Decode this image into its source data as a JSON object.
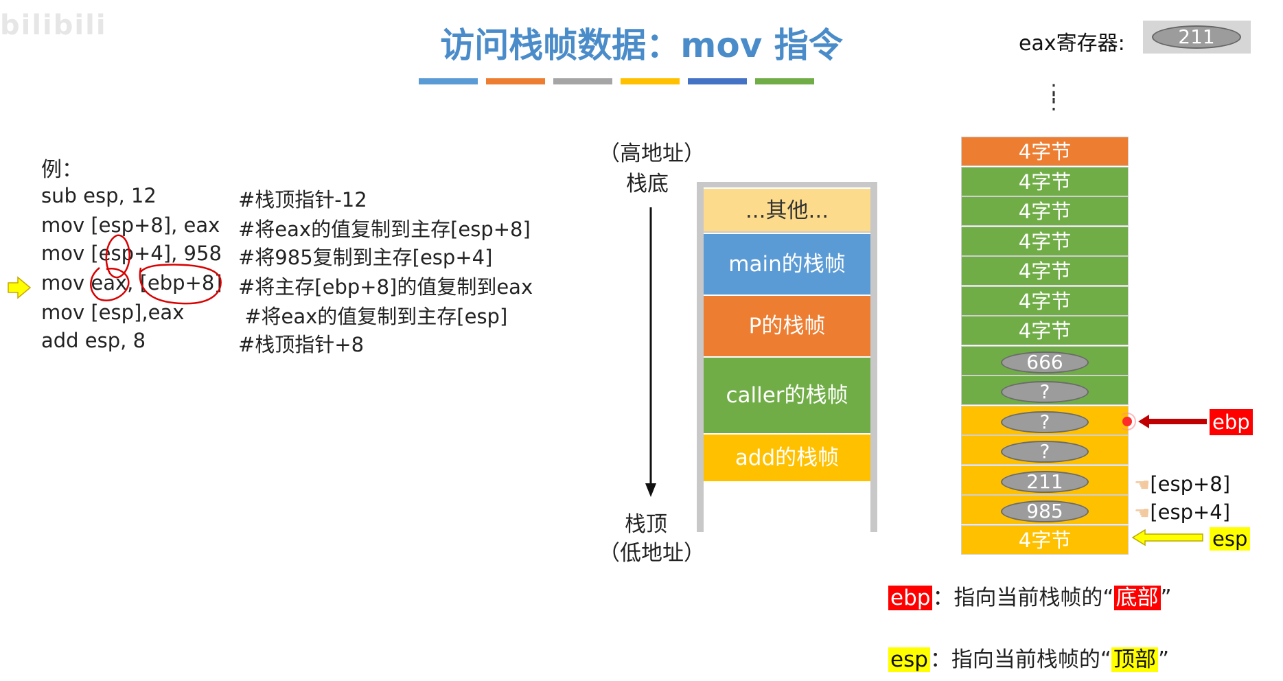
{
  "watermark": "bilibili",
  "title": "访问栈帧数据：mov 指令",
  "title_rule_colors": [
    "#5b9bd5",
    "#ed7d31",
    "#a5a5a5",
    "#ffc000",
    "#4472c4",
    "#70ad47"
  ],
  "eax": {
    "label": "eax寄存器:",
    "value": "211"
  },
  "example": {
    "heading": "例：",
    "lines": [
      {
        "code": "sub esp, 12",
        "comment": "#栈顶指针-12"
      },
      {
        "code": "mov [esp+8], eax",
        "comment": "#将eax的值复制到主存[esp+8]"
      },
      {
        "code": "mov [esp+4], 958",
        "comment": "#将985复制到主存[esp+4]"
      },
      {
        "code": "mov eax, [ebp+8]",
        "comment": "#将主存[ebp+8]的值复制到eax"
      },
      {
        "code": "mov [esp],eax",
        "comment": " #将eax的值复制到主存[esp]"
      },
      {
        "code": "add esp, 8",
        "comment": "#栈顶指针+8"
      }
    ],
    "current_line": 3
  },
  "stack_diagram": {
    "high_addr": "（高地址）",
    "bottom": "栈底",
    "top": "栈顶",
    "low_addr": "（低地址）",
    "frames": [
      "...其他...",
      "main的栈帧",
      "P的栈帧",
      "caller的栈帧",
      "add的栈帧"
    ]
  },
  "memory": {
    "ellipsis": "⋮",
    "cells": [
      {
        "text": "4字节",
        "color": "orange",
        "oval": false
      },
      {
        "text": "4字节",
        "color": "green",
        "oval": false
      },
      {
        "text": "4字节",
        "color": "green",
        "oval": false
      },
      {
        "text": "4字节",
        "color": "green",
        "oval": false
      },
      {
        "text": "4字节",
        "color": "green",
        "oval": false
      },
      {
        "text": "4字节",
        "color": "green",
        "oval": false
      },
      {
        "text": "4字节",
        "color": "green",
        "oval": false
      },
      {
        "text": "666",
        "color": "green",
        "oval": true
      },
      {
        "text": "?",
        "color": "green",
        "oval": true
      },
      {
        "text": "?",
        "color": "gold",
        "oval": true
      },
      {
        "text": "?",
        "color": "gold",
        "oval": true
      },
      {
        "text": "211",
        "color": "gold",
        "oval": true
      },
      {
        "text": "985",
        "color": "gold",
        "oval": true
      },
      {
        "text": "4字节",
        "color": "gold",
        "oval": false
      }
    ],
    "pointers": {
      "ebp": "ebp",
      "esp8": "[esp+8]",
      "esp4": "[esp+4]",
      "esp": "esp"
    }
  },
  "legend": {
    "ebp_tag": "ebp",
    "ebp_text": "：指向当前栈帧的“",
    "ebp_emph": "底部",
    "ebp_close": "”",
    "esp_tag": "esp",
    "esp_text": "：指向当前栈帧的“",
    "esp_emph": "顶部",
    "esp_close": "”"
  }
}
